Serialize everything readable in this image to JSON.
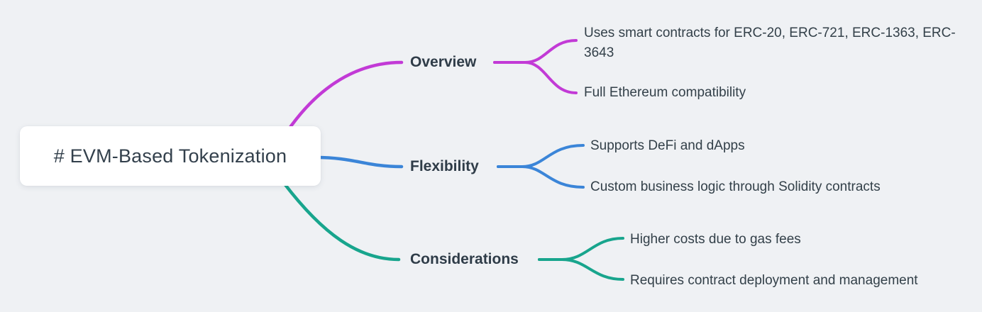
{
  "root": {
    "label": "# EVM-Based Tokenization"
  },
  "branches": [
    {
      "label": "Overview",
      "color": "#c23ad6",
      "children": [
        "Uses smart contracts for ERC-20, ERC-721, ERC-1363, ERC-3643",
        "Full Ethereum compatibility"
      ]
    },
    {
      "label": "Flexibility",
      "color": "#3b85d8",
      "children": [
        "Supports DeFi and dApps",
        "Custom business logic through Solidity contracts"
      ]
    },
    {
      "label": "Considerations",
      "color": "#18a58d",
      "children": [
        "Higher costs due to gas fees",
        "Requires contract deployment and management"
      ]
    }
  ],
  "colors": {
    "background": "#eff1f4",
    "node_background": "#ffffff",
    "text": "#33404c"
  }
}
